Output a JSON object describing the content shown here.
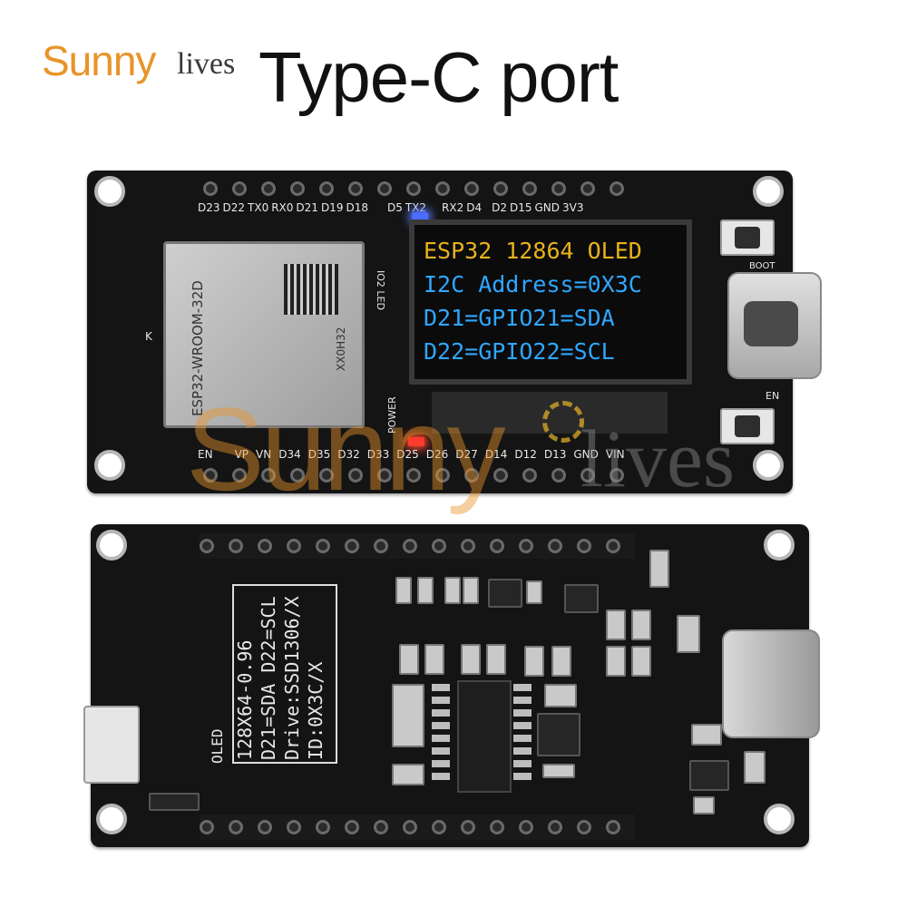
{
  "brand": {
    "part1": "Sunny",
    "part2": "lives"
  },
  "title": "Type-C port",
  "top_board": {
    "top_pins": [
      "D23",
      "D22",
      "TX0",
      "RX0",
      "D21",
      "D19",
      "D18",
      "D5",
      "TX2",
      "RX2",
      "D4",
      "D2",
      "D15",
      "GND",
      "3V3"
    ],
    "bottom_pins": [
      "EN",
      "VP",
      "VN",
      "D34",
      "D35",
      "D32",
      "D33",
      "D25",
      "D26",
      "D27",
      "D14",
      "D12",
      "D13",
      "GND",
      "VIN"
    ],
    "module": {
      "name": "ESP32-WROOM-32D",
      "code": "XX0H32",
      "mark": "K"
    },
    "oled": {
      "line1": "ESP32 12864 OLED",
      "line2": "I2C Address=0X3C",
      "line3": "D21=GPIO21=SDA",
      "line4": "D22=GPIO22=SCL",
      "line1_color": "#e8b21a",
      "text_color": "#2fa6ff"
    },
    "boot_label": "BOOT",
    "en_label": "EN",
    "power_label": "POWER",
    "io_label": "IO2 LED"
  },
  "bottom_board": {
    "label_box": {
      "l1": "128X64-0.96",
      "l2": "D21=SDA D22=SCL",
      "l3": "Drive:SSD1306/X",
      "l4": "ID:0X3C/X"
    },
    "oled_label": "OLED"
  },
  "colors": {
    "accent_orange": "#e8942a",
    "board": "#141414"
  }
}
